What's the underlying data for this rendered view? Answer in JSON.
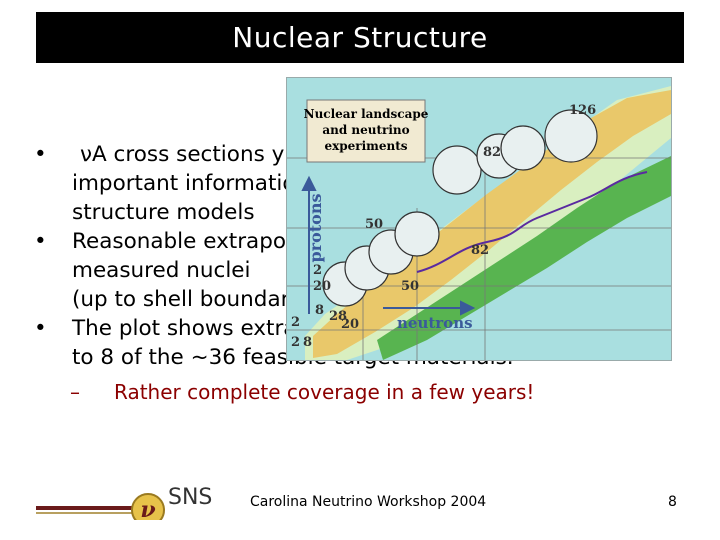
{
  "title": "Nuclear Structure",
  "bullets": [
    {
      "lines": [
        "νA cross sections yield",
        "important information on",
        "structure models"
      ]
    },
    {
      "lines": [
        "Reasonable extrapolation from",
        "measured nuclei",
        "(up to shell boundaries)"
      ]
    },
    {
      "lines": [
        "The plot shows extrapolation regions relative",
        "to 8 of the ~36 feasible target materials."
      ]
    }
  ],
  "sub_bullet": "Rather complete coverage in a few years!",
  "figure": {
    "legend_title_1": "Nuclear landscape",
    "legend_title_2": "and neutrino",
    "legend_title_3": "experiments",
    "y_axis_label": "protons",
    "x_axis_label": "neutrons",
    "magic_126": "126",
    "magic_82a": "82",
    "magic_82b": "82",
    "magic_50a": "50",
    "magic_50b": "50",
    "magic_28a": "28",
    "magic_20a": "20",
    "magic_20b": "20",
    "magic_8a": "8",
    "magic_8b": "8",
    "magic_2a": "2",
    "magic_2b": "2",
    "magic_2c": "2"
  },
  "footer": "Carolina Neutrino Workshop 2004",
  "page_number": "8",
  "logo_text": "SNS",
  "logo_glyph": "ν"
}
